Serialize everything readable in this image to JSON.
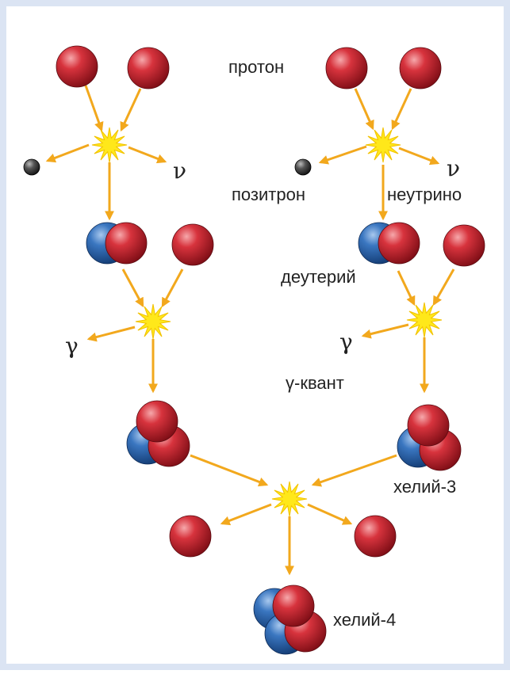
{
  "labels": {
    "proton": "протон",
    "positron": "позитрон",
    "neutrino": "неутрино",
    "deuterium": "деутерий",
    "gamma_quantum": "γ-квант",
    "helium3": "хелий-3",
    "helium4": "хелий-4"
  },
  "symbols": {
    "nu": "ν",
    "gamma": "γ"
  },
  "colors": {
    "frame": "#dbe4f3",
    "proton": "#c2202b",
    "neutron": "#2a63a8",
    "positron": "#333333",
    "arrow": "#f2a81d",
    "flash": "#ffe81a"
  }
}
